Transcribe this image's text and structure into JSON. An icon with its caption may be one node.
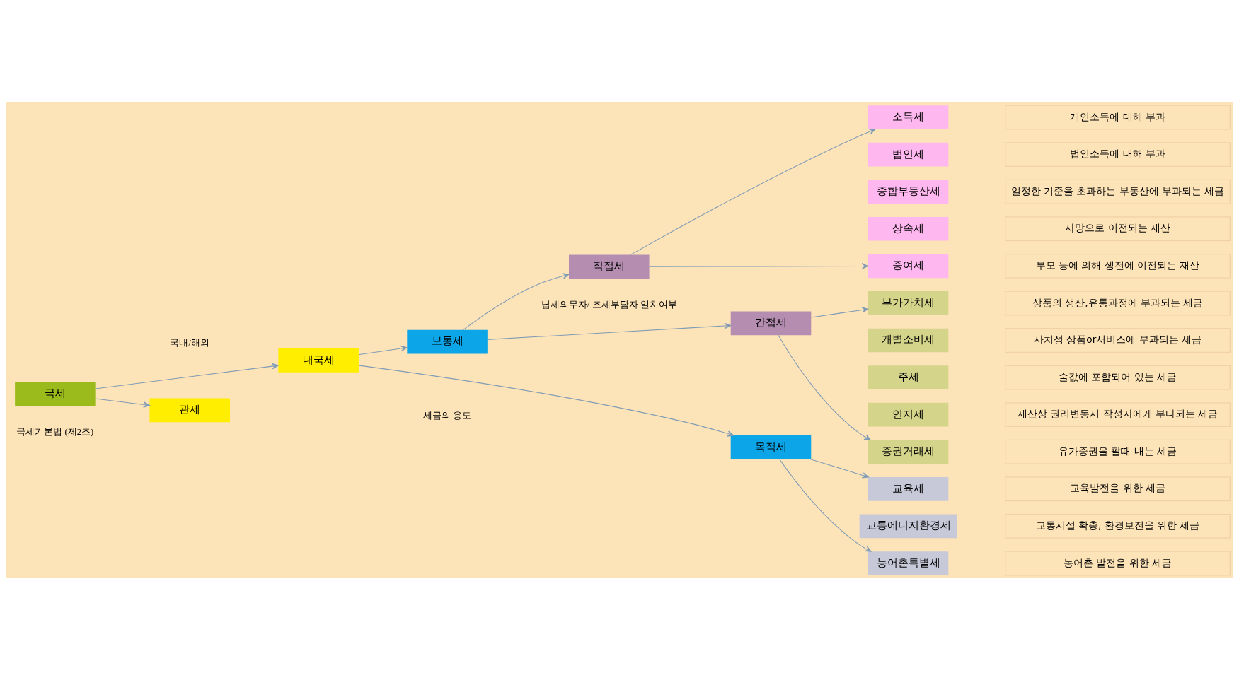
{
  "diagram": {
    "nodes": [
      {
        "text": [
          "국세"
        ],
        "beside": [
          "국세기본법 (제2조)"
        ]
      },
      {
        "text": [
          "관세"
        ]
      },
      {
        "text": [
          "내국세"
        ]
      },
      {
        "text": [
          "보통세"
        ]
      },
      {
        "text": [
          "직접세"
        ]
      },
      {
        "text": [
          "간접세"
        ]
      },
      {
        "text": [
          "목적세"
        ]
      },
      {
        "text": [
          "소득세"
        ]
      },
      {
        "text": [
          "개인소득에 대해 부과"
        ]
      },
      {
        "text": [
          "법인세"
        ]
      },
      {
        "text": [
          "법인소득에 대해 부과"
        ]
      },
      {
        "text": [
          "종합부동산세"
        ]
      },
      {
        "text": [
          "일정한 기준을 초과하는 부동산에 부과되는 세금"
        ]
      },
      {
        "text": [
          "상속세"
        ]
      },
      {
        "text": [
          "사망으로 이전되는 재산"
        ]
      },
      {
        "text": [
          "증여세"
        ]
      },
      {
        "text": [
          "부모 등에 의해 생전에 이전되는 재산"
        ]
      },
      {
        "text": [
          "부가가치세"
        ]
      },
      {
        "text": [
          "상품의 생산,유통과정에 부과되는 세금"
        ]
      },
      {
        "text": [
          "개별소비세"
        ]
      },
      {
        "text": [
          "사치성 상품or서비스에 부과되는 세금"
        ]
      },
      {
        "text": [
          "주세"
        ]
      },
      {
        "text": [
          "술값에 포함되어 있는 세금"
        ]
      },
      {
        "text": [
          "인지세"
        ]
      },
      {
        "text": [
          "재산상 권리변동시 작성자에게 부다되는 세금"
        ]
      },
      {
        "text": [
          "증권거래세"
        ]
      },
      {
        "text": [
          "유가증권을 팔때 내는 세금"
        ]
      },
      {
        "text": [
          "교육세"
        ]
      },
      {
        "text": [
          "교육발전을 위한 세금"
        ]
      },
      {
        "text": [
          "교통에너지환경세"
        ]
      },
      {
        "text": [
          "교통시설 확충, 환경보전을 위한 세금"
        ]
      },
      {
        "text": [
          "농어촌특별세"
        ]
      },
      {
        "text": [
          "농어촌 발전을 위한 세금"
        ]
      }
    ],
    "edges": [
      {
        "from": 0,
        "to": 1,
        "arrow": "to"
      },
      {
        "from": 0,
        "to": 2,
        "arrow": "to"
      },
      {
        "from": 2,
        "to": 3,
        "arrow": "to"
      },
      {
        "from": 2,
        "to": 6,
        "arrow": "to"
      },
      {
        "from": 3,
        "to": 4,
        "arrow": "to"
      },
      {
        "from": 3,
        "to": 5,
        "arrow": "to"
      },
      {
        "from": 4,
        "to": 7,
        "arrow": "to"
      },
      {
        "from": 4,
        "to": 15,
        "arrow": "to"
      },
      {
        "from": 5,
        "to": 17,
        "arrow": "to"
      },
      {
        "from": 5,
        "to": 25,
        "arrow": "to"
      },
      {
        "from": 6,
        "to": 27,
        "arrow": "to"
      },
      {
        "from": 6,
        "to": 31,
        "arrow": "to"
      }
    ],
    "labels": [
      "국내/해외",
      "납세의무자/ 조세부담자 일치여부",
      "세금의 용도"
    ]
  }
}
